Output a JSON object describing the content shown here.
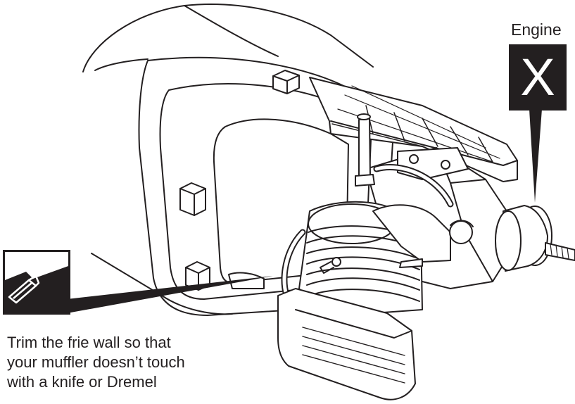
{
  "callout": {
    "engine_word": "Engine",
    "engine_letter": "X"
  },
  "instruction": {
    "lines": [
      "Trim the frie wall so that",
      "your muffler doesn’t touch",
      "with a knife or Dremel"
    ]
  },
  "icons": {
    "tool": "knife-tool-icon"
  },
  "colors": {
    "ink": "#231f20",
    "paper": "#ffffff"
  }
}
